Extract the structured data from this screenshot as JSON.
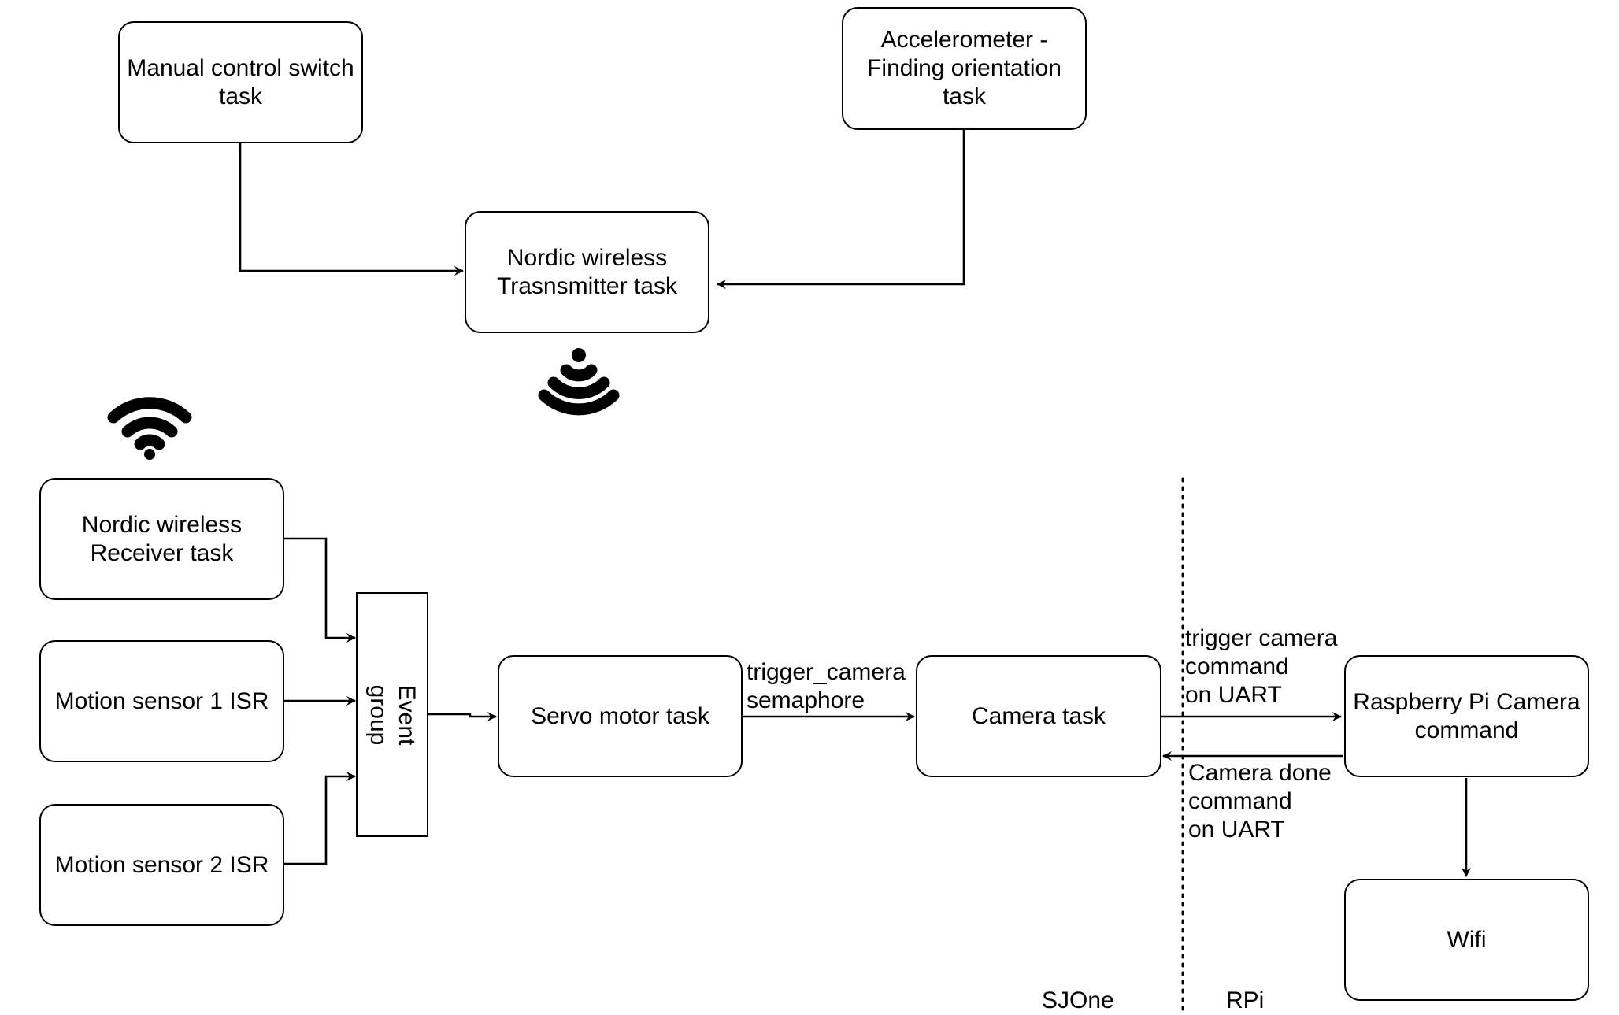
{
  "nodes": {
    "manual_switch": "Manual control switch\ntask",
    "accelerometer": "Accelerometer -\nFinding orientation\ntask",
    "transmitter": "Nordic wireless\nTrasnsmitter task",
    "receiver": "Nordic wireless\nReceiver task",
    "motion1": "Motion sensor 1 ISR",
    "motion2": "Motion sensor 2 ISR",
    "event_group": "Event\ngroup",
    "servo": "Servo motor task",
    "camera": "Camera task",
    "rpi_camera": "Raspberry Pi Camera\ncommand",
    "wifi": "Wifi"
  },
  "edge_labels": {
    "semaphore": "trigger_camera\nsemaphore",
    "trigger_uart": "trigger camera\ncommand\non UART",
    "done_uart": "Camera done\ncommand\non UART"
  },
  "regions": {
    "left": "SJOne",
    "right": "RPi"
  },
  "icons": [
    "wifi-icon",
    "wireless-broadcast-icon"
  ]
}
